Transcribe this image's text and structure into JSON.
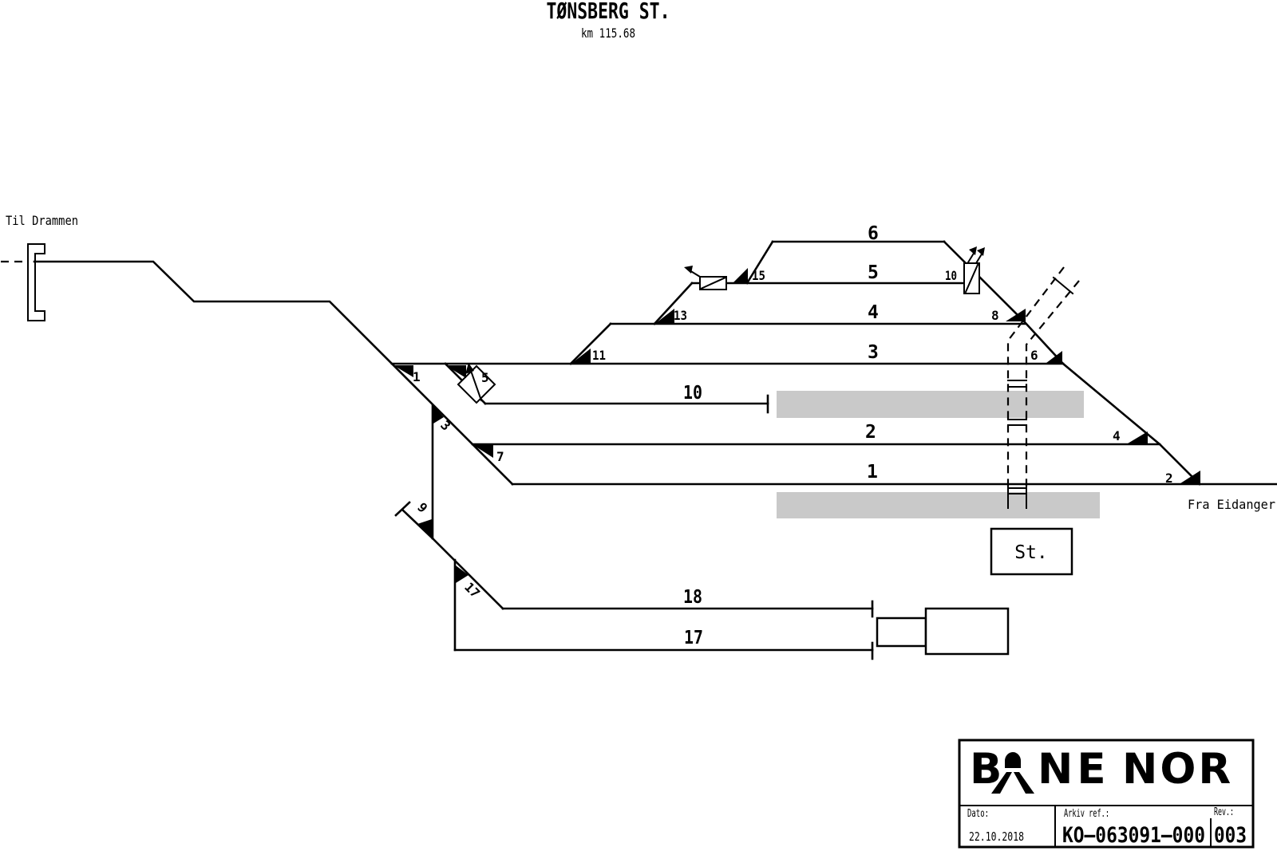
{
  "title": {
    "station": "TØNSBERG ST.",
    "km": "km 115.68"
  },
  "directions": {
    "west": "Til Drammen",
    "east": "Fra Eidanger"
  },
  "tracks": {
    "t6": "6",
    "t5": "5",
    "t4": "4",
    "t3": "3",
    "t10": "10",
    "t2": "2",
    "t1": "1",
    "t18": "18",
    "t17": "17"
  },
  "switches": {
    "s1": "1",
    "s3": "3",
    "s5": "5",
    "s7": "7",
    "s9": "9",
    "s17": "17",
    "s11": "11",
    "s13": "13",
    "s15": "15",
    "s10": "10",
    "s8": "8",
    "s6": "6",
    "s4": "4",
    "s2": "2"
  },
  "station_box": {
    "label": "St."
  },
  "title_block": {
    "logo": {
      "part1": "B",
      "part2": "NE",
      "part3": "NOR"
    },
    "date_label": "Dato:",
    "date_value": "22.10.2018",
    "archive_label": "Arkiv ref.:",
    "archive_value": "KO–063091–000",
    "rev_label": "Rev.:",
    "rev_value": "003"
  },
  "colors": {
    "line": "#000000",
    "platform": "#c9c9c9",
    "background": "#ffffff"
  }
}
